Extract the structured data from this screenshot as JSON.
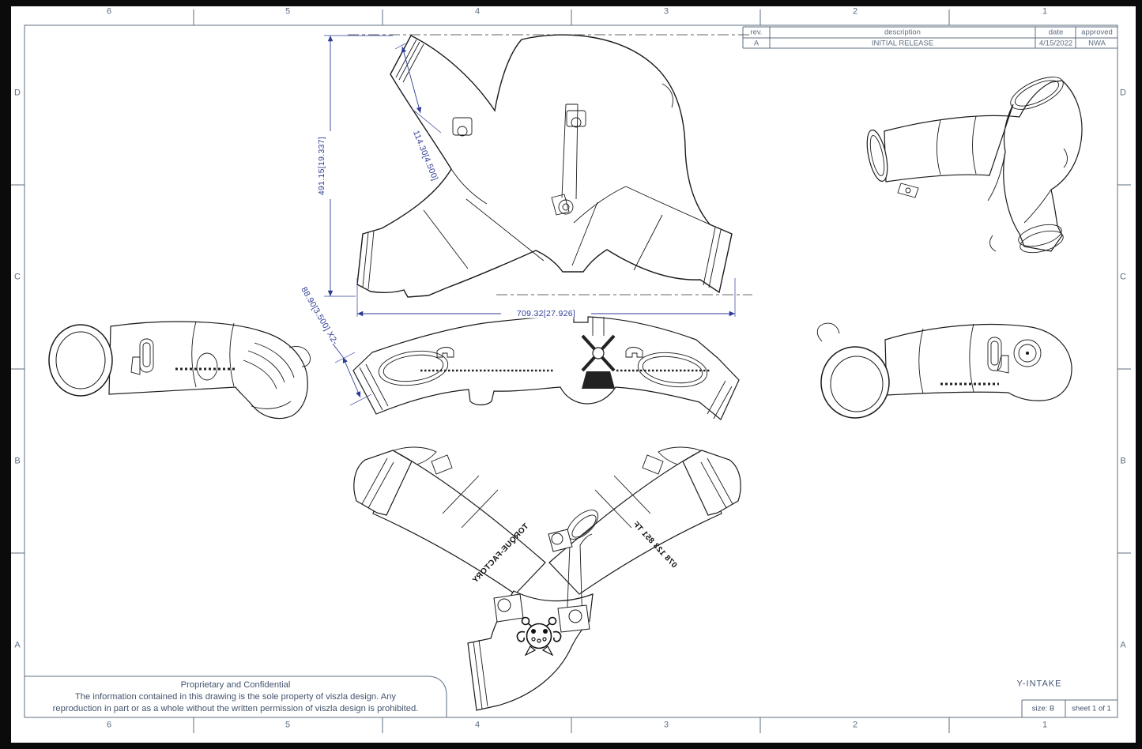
{
  "sheet": {
    "zones_horizontal": [
      "6",
      "5",
      "4",
      "3",
      "2",
      "1"
    ],
    "zones_vertical": [
      "D",
      "C",
      "B",
      "A"
    ]
  },
  "revision_table": {
    "col_rev": "rev.",
    "col_description": "description",
    "col_date": "date",
    "col_approved": "approved",
    "row_rev": "A",
    "row_description": "INITIAL RELEASE",
    "row_date": "4/15/2022",
    "row_approved": "NWA"
  },
  "dimensions": {
    "overall_height": "491.15[19.337]",
    "inlet_length": "114.30[4.500]",
    "overall_width": "709.32[27.926]",
    "outlet_diameter": "88.90[3.500] X2-"
  },
  "part_markings": {
    "left_leg_text": "TORQUE-FACTORY",
    "right_leg_text": "078 123 851 TF"
  },
  "notes": {
    "proprietary_title": "Proprietary and Confidential",
    "proprietary_line1": "The information contained in this drawing is the sole property of viszla design.  Any",
    "proprietary_line2": "reproduction in part or as a whole without the written permission of viszla design is prohibited."
  },
  "title_block": {
    "part_name": "Y-INTAKE",
    "size": "size: B",
    "sheet_count": "sheet 1 of 1"
  },
  "colors": {
    "frame": "#5d6e82",
    "dimension": "#2e3c96",
    "drawing_line": "#1b1b1b",
    "note_text": "#44546e",
    "paper": "#ffffff",
    "background": "#0b0b0b"
  }
}
